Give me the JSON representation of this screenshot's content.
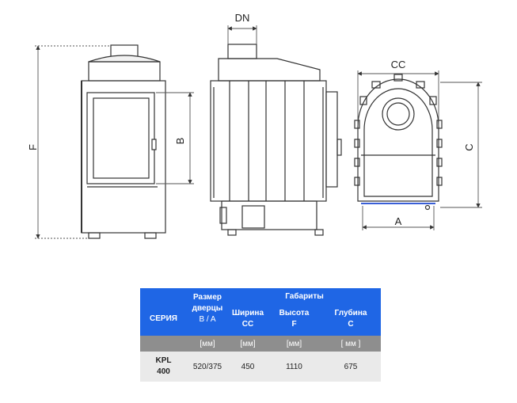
{
  "drawing": {
    "dims": {
      "dn": "DN",
      "cc": "CC",
      "f": "F",
      "b": "B",
      "c": "C",
      "a": "A"
    }
  },
  "table": {
    "header": {
      "series": "СЕРИЯ",
      "door_line1": "Размер",
      "door_line2": "дверцы",
      "door_line3": "B / A",
      "group": "Габариты",
      "width_line1": "Ширина",
      "width_line2": "CC",
      "height_line1": "Высота",
      "height_line2": "F",
      "depth_line1": "Глубина",
      "depth_line2": "C"
    },
    "units": [
      "[мм]",
      "[мм]",
      "[мм]",
      "[ мм ]"
    ],
    "row": {
      "series_line1": "KPL",
      "series_line2": "400",
      "door": "520/375",
      "width": "450",
      "height": "1110",
      "depth": "675"
    }
  },
  "colors": {
    "header_bg": "#1f66e5",
    "unit_bg": "#8e8e8e",
    "row_bg": "#eaeaea"
  }
}
